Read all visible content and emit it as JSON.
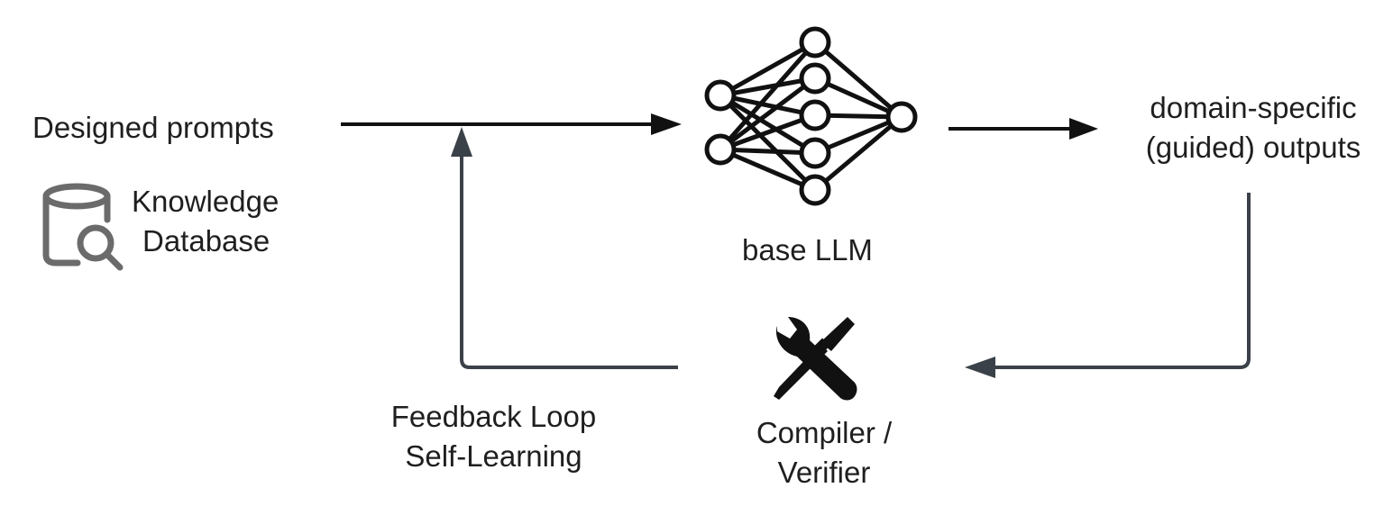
{
  "labels": {
    "designed_prompts": "Designed prompts",
    "knowledge_line1": "Knowledge",
    "knowledge_line2": "Database",
    "base_llm": "base LLM",
    "outputs_line1": "domain-specific",
    "outputs_line2": "(guided) outputs",
    "feedback_line1": "Feedback Loop",
    "feedback_line2": "Self-Learning",
    "compiler_line1": "Compiler /",
    "compiler_line2": "Verifier"
  },
  "icons": {
    "database": "database-search-icon",
    "network": "neural-network-icon",
    "tools": "wrench-screwdriver-icon"
  },
  "colors": {
    "black_arrow": "#111111",
    "gray_arrow": "#3b4148",
    "icon_gray": "#6b6b6b",
    "text": "#1f1f1f"
  }
}
